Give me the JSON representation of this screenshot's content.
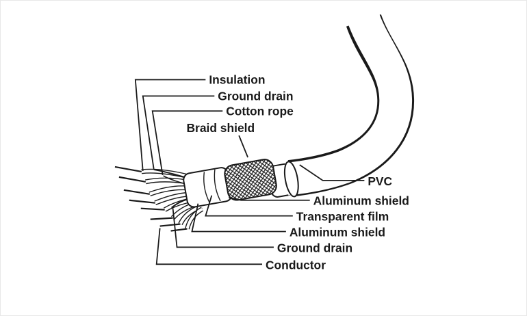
{
  "diagram": {
    "name": "Cable construction cutaway diagram",
    "labels": {
      "insulation": "Insulation",
      "ground_drain_top": "Ground drain",
      "cotton_rope": "Cotton rope",
      "braid_shield": "Braid shield",
      "pvc": "PVC",
      "aluminum_shield_outer": "Aluminum shield",
      "transparent_film": "Transparent film",
      "aluminum_shield_inner": "Aluminum shield",
      "ground_drain_bottom": "Ground drain",
      "conductor": "Conductor"
    },
    "colors": {
      "line": "#1a1a1a",
      "background": "#ffffff"
    }
  }
}
